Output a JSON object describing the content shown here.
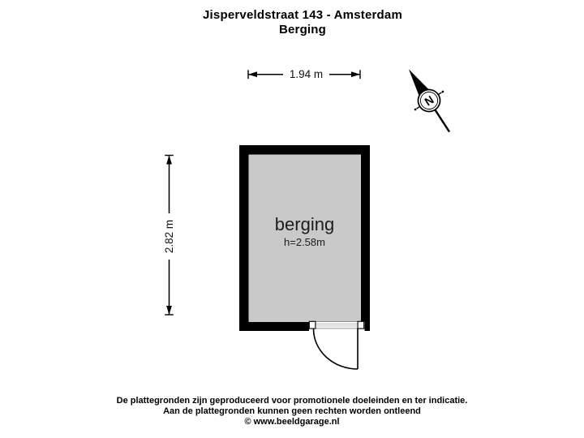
{
  "header": {
    "title": "Jisperveldstraat 143 - Amsterdam",
    "subtitle": "Berging"
  },
  "floorplan": {
    "room": {
      "name": "berging",
      "ceiling_height": "h=2.58m"
    },
    "dimensions": {
      "width": "1.94 m",
      "height": "2.82 m"
    },
    "compass": {
      "north": "N"
    }
  },
  "footer": {
    "line1": "De plattegronden zijn geproduceerd voor promotionele doeleinden en ter indicatie.",
    "line2": "Aan de plattegronden kunnen geen rechten worden ontleend",
    "line3": "© www.beeldgarage.nl"
  },
  "colors": {
    "wall": "#000000",
    "room_fill": "#c9c9c9",
    "background": "#ffffff"
  }
}
